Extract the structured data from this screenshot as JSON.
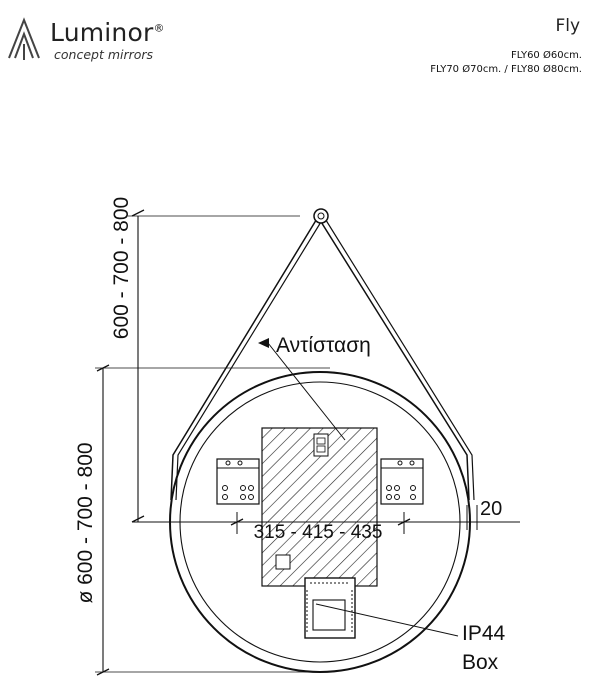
{
  "brand": {
    "name": "Luminor",
    "registered_mark": "®",
    "tagline": "concept mirrors"
  },
  "product": {
    "title": "Fly",
    "spec_line_1": "FLY60 Ø60cm.",
    "spec_line_2": "FLY70 Ø70cm. / FLY80 Ø80cm."
  },
  "dimensions": {
    "hanging_height": "600 - 700 - 800",
    "diameter": "ø 600 - 700 - 800",
    "inner_width": "315 - 415 - 435",
    "depth": "20"
  },
  "callouts": {
    "heater": "Αντίσταση",
    "ip_line_1": "IP44",
    "ip_line_2": "Box"
  },
  "colors": {
    "line": "#111111",
    "hatch": "#222222"
  }
}
